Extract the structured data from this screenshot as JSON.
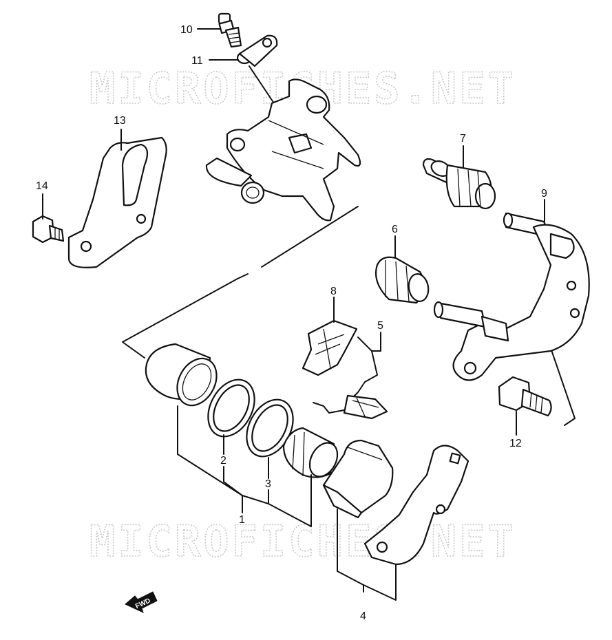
{
  "watermark": {
    "text": "MICROFICHES.NET"
  },
  "direction_marker": {
    "text": "FWD"
  },
  "callouts": [
    {
      "id": "1",
      "label": "1"
    },
    {
      "id": "2",
      "label": "2"
    },
    {
      "id": "3",
      "label": "3"
    },
    {
      "id": "4",
      "label": "4"
    },
    {
      "id": "5",
      "label": "5"
    },
    {
      "id": "6",
      "label": "6"
    },
    {
      "id": "7",
      "label": "7"
    },
    {
      "id": "8",
      "label": "8"
    },
    {
      "id": "9",
      "label": "9"
    },
    {
      "id": "10",
      "label": "10"
    },
    {
      "id": "11",
      "label": "11"
    },
    {
      "id": "12",
      "label": "12"
    },
    {
      "id": "13",
      "label": "13"
    },
    {
      "id": "14",
      "label": "14"
    }
  ]
}
